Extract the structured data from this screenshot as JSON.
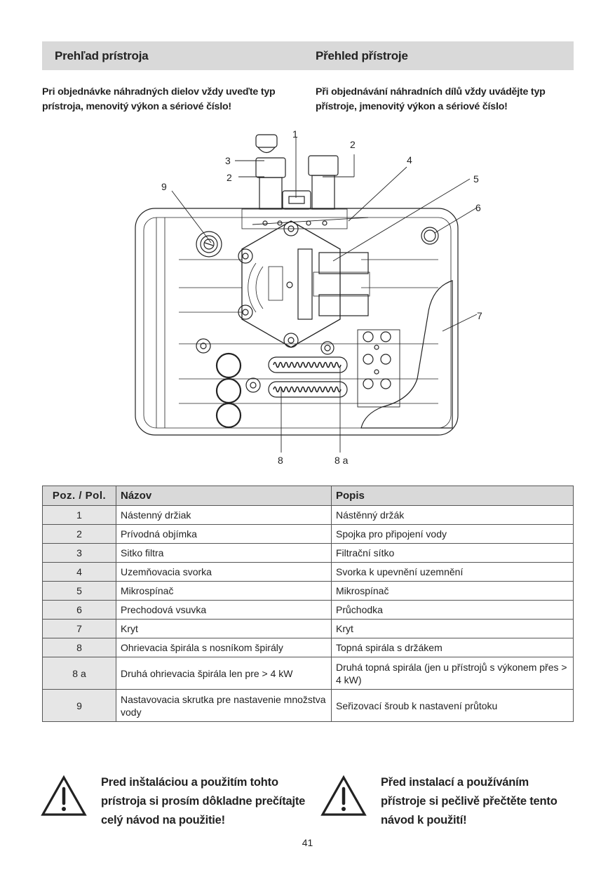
{
  "header": {
    "left_title": "Prehľad prístroja",
    "right_title": "Přehled přístroje"
  },
  "intro": {
    "left_line1": "Pri objednávke náhradných dielov vždy uveďte typ",
    "left_line2": "prístroja, menovitý výkon a sériové číslo!",
    "right_line1": "Při objednávání náhradních dílů vždy uvádějte typ",
    "right_line2": "přístroje, jmenovitý výkon a sériové číslo!"
  },
  "diagram": {
    "callouts": [
      "1",
      "2",
      "3",
      "2",
      "4",
      "5",
      "6",
      "7",
      "8",
      "8 a",
      "9"
    ]
  },
  "table": {
    "headers": [
      "Poz. / Pol.",
      "Názov",
      "Popis"
    ],
    "rows": [
      {
        "pos": "1",
        "sk": "Nástenný držiak",
        "cz": "Nástěnný držák"
      },
      {
        "pos": "2",
        "sk": "Prívodná objímka",
        "cz": "Spojka pro připojení vody"
      },
      {
        "pos": "3",
        "sk": "Sitko filtra",
        "cz": "Filtrační sítko"
      },
      {
        "pos": "4",
        "sk": "Uzemňovacia svorka",
        "cz": "Svorka k upevnění uzemnění"
      },
      {
        "pos": "5",
        "sk": "Mikrospínač",
        "cz": "Mikrospínač"
      },
      {
        "pos": "6",
        "sk": "Prechodová vsuvka",
        "cz": "Průchodka"
      },
      {
        "pos": "7",
        "sk": "Kryt",
        "cz": "Kryt"
      },
      {
        "pos": "8",
        "sk": "Ohrievacia špirála s nosníkom špirály",
        "cz": "Topná spirála s držákem"
      },
      {
        "pos": "8 a",
        "sk": "Druhá ohrievacia špirála len pre > 4 kW",
        "cz": "Druhá topná spirála (jen u přístrojů s výkonem přes > 4 kW)"
      },
      {
        "pos": "9",
        "sk": "Nastavovacia skrutka pre nastavenie množstva vody",
        "cz": "Seřizovací šroub k nastavení průtoku"
      }
    ]
  },
  "warnings": {
    "left_icon": "warning-triangle-icon",
    "left_line1": "Pred inštaláciou a použitím tohto",
    "left_line2": "prístroja si prosím dôkladne prečítajte",
    "left_line3": "celý návod na použitie!",
    "right_icon": "warning-triangle-icon",
    "right_line1": "Před instalací a používáním",
    "right_line2": "přístroje si pečlivě přečtěte tento",
    "right_line3": "návod k použití!"
  },
  "page_number": "41"
}
